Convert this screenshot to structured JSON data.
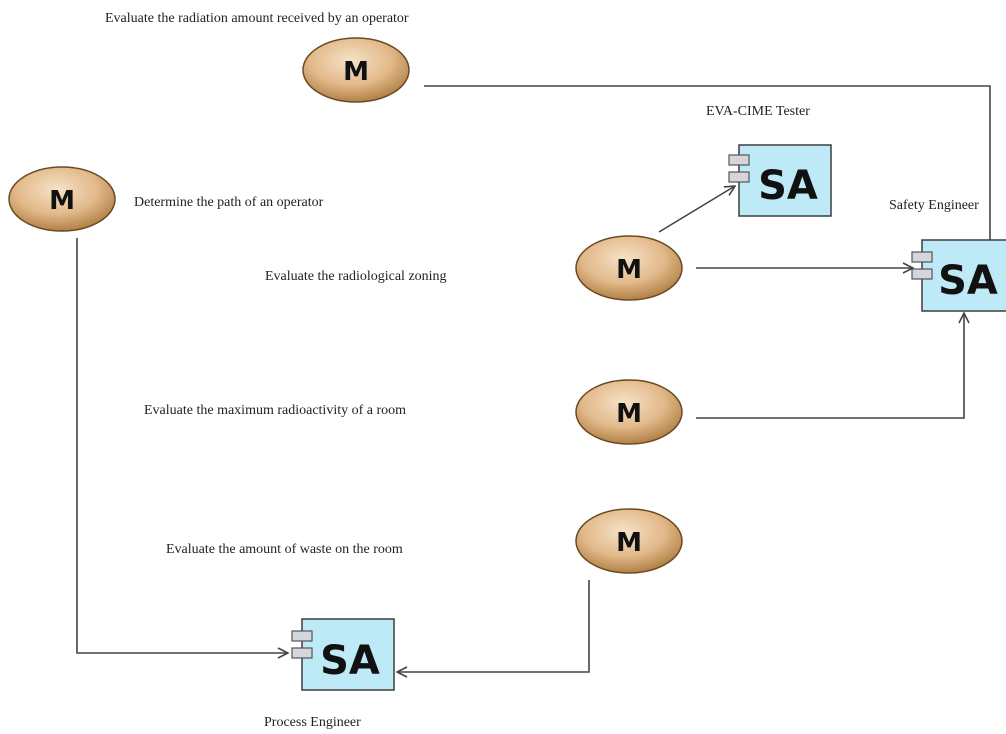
{
  "method_badge_text": "M",
  "agent_badge_text": "SA",
  "colors": {
    "method_fill_light": "#f4dcc0",
    "method_fill_dark": "#b0803c",
    "method_stroke": "#6b4a22",
    "agent_fill": "#bdeaf6",
    "agent_stroke": "#3d3d3d",
    "connector": "#444444"
  },
  "methods": [
    {
      "id": "m-radiation-amount",
      "label": "Evaluate the radiation amount received by an operator"
    },
    {
      "id": "m-operator-path",
      "label": "Determine the path of an operator"
    },
    {
      "id": "m-radiological-zoning",
      "label": "Evaluate the radiological zoning"
    },
    {
      "id": "m-max-radioactivity",
      "label": "Evaluate the maximum radioactivity of a room"
    },
    {
      "id": "m-waste-amount",
      "label": "Evaluate the amount of waste on the room"
    }
  ],
  "agents": [
    {
      "id": "a-eva-cime-tester",
      "label": "EVA-CIME Tester"
    },
    {
      "id": "a-safety-engineer",
      "label": "Safety Engineer"
    },
    {
      "id": "a-process-engineer",
      "label": "Process Engineer"
    }
  ]
}
